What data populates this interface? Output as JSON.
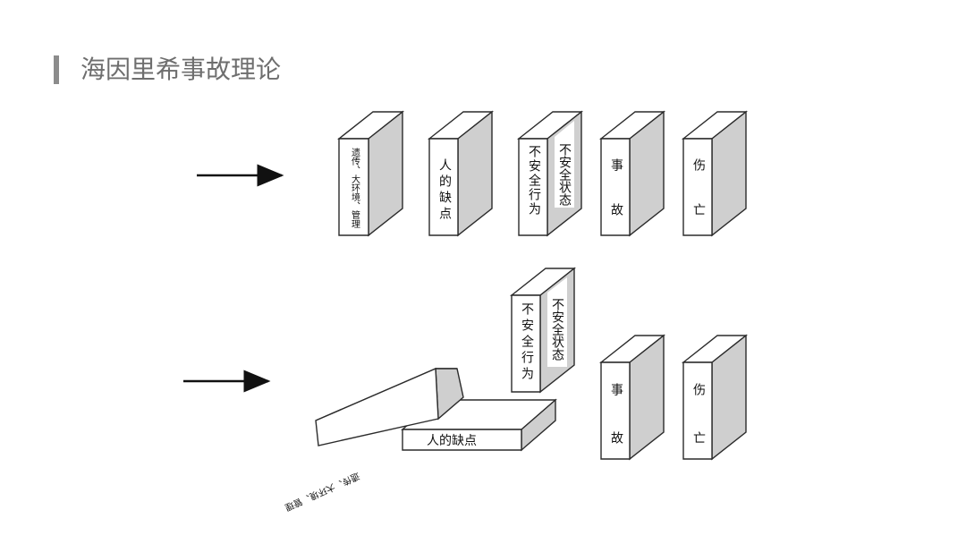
{
  "page": {
    "title": "海因里希事故理论"
  },
  "row1": {
    "blocks": [
      {
        "label": "遗传、大环境、管理"
      },
      {
        "label": "人的缺点"
      },
      {
        "label_front": "不安全行为",
        "label_side": "不安全状态"
      },
      {
        "label": "事故"
      },
      {
        "label": "伤亡"
      }
    ]
  },
  "row2": {
    "blocks": [
      {
        "label": "遗传、大环境、管理"
      },
      {
        "label": "人的缺点"
      },
      {
        "label_front": "不安全行为",
        "label_side": "不安全状态"
      },
      {
        "label": "事故"
      },
      {
        "label": "伤亡"
      }
    ]
  }
}
